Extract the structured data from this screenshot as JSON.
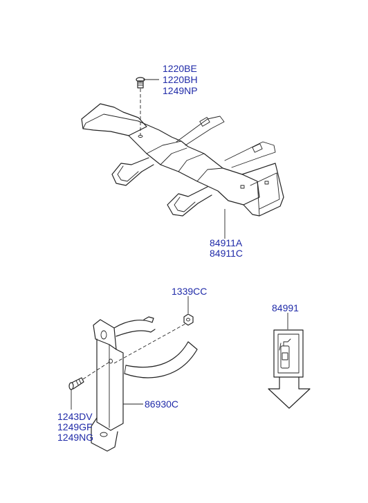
{
  "callouts": {
    "bolt_top": [
      "1220BE",
      "1220BH",
      "1249NP"
    ],
    "tray": [
      "84911A",
      "84911C"
    ],
    "nut": "1339CC",
    "extinguisher": "84991",
    "bolt_bottom": [
      "1243DV",
      "1249GF",
      "1249NG"
    ],
    "bracket": "86930C"
  },
  "colors": {
    "callout": "#1f2aa8",
    "line": "#222222"
  }
}
